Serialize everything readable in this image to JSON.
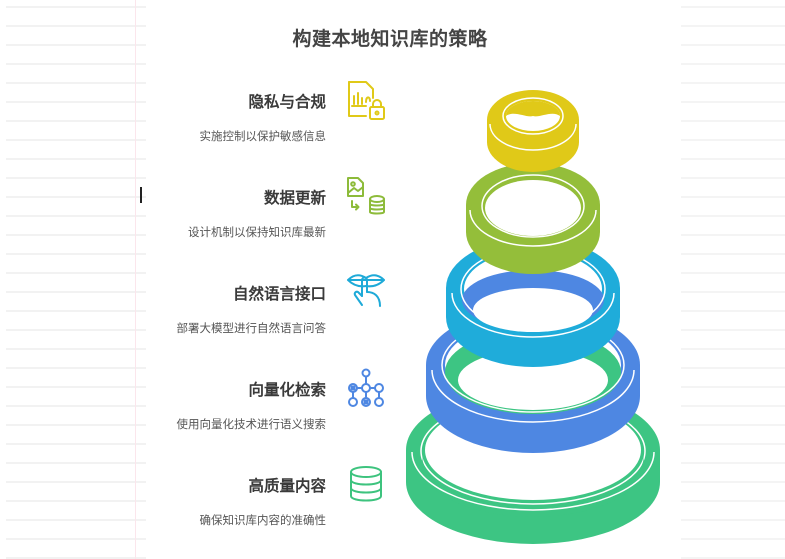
{
  "title": "构建本地知识库的策略",
  "items": [
    {
      "label": "隐私与合规",
      "description": "实施控制以保护敏感信息",
      "icon": "document-chart-lock-icon",
      "color": "#E0C918"
    },
    {
      "label": "数据更新",
      "description": "设计机制以保持知识库最新",
      "icon": "image-to-database-icon",
      "color": "#8DBB3A"
    },
    {
      "label": "自然语言接口",
      "description": "部署大模型进行自然语言问答",
      "icon": "lips-finger-icon",
      "color": "#1EAAD8"
    },
    {
      "label": "向量化检索",
      "description": "使用向量化技术进行语义搜索",
      "icon": "vector-network-icon",
      "color": "#4E87E2"
    },
    {
      "label": "高质量内容",
      "description": "确保知识库内容的准确性",
      "icon": "database-icon",
      "color": "#3DC37E"
    }
  ],
  "rings": [
    {
      "level": 1,
      "name": "隐私与合规",
      "color": "#E0C918"
    },
    {
      "level": 2,
      "name": "数据更新",
      "color": "#94BE3A"
    },
    {
      "level": 3,
      "name": "自然语言接口",
      "color": "#1FACDA"
    },
    {
      "level": 4,
      "name": "向量化检索",
      "color": "#4E87E2"
    },
    {
      "level": 5,
      "name": "高质量内容",
      "color": "#3DC583"
    }
  ]
}
